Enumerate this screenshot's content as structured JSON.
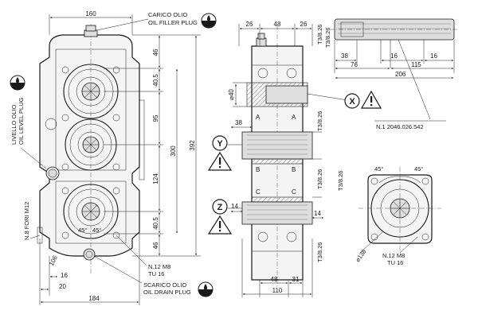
{
  "front_view": {
    "dims": {
      "width_top": "160",
      "width_bottom": "184",
      "h_46_top": "46",
      "h_40_5_top": "40.5",
      "h_95": "95",
      "h_300": "300",
      "h_392": "392",
      "h_124": "124",
      "h_40_5_bottom": "40.5",
      "h_46_bottom": "46",
      "h_106": "106",
      "h_16": "16",
      "h_20": "20",
      "angle_a": "45°",
      "angle_b": "45°"
    },
    "labels": {
      "filler_it": "CARICO OLIO",
      "filler_en": "OIL FILLER PLUG",
      "level_it": "LIVELLO OLIO",
      "level_en": "OIL LEVEL PLUG",
      "holes_l1": "N.8 FORI M12",
      "holes_l2": "N.12 M8",
      "holes_l3": "TU 16",
      "drain_it": "SCARICO OLIO",
      "drain_en": "OIL DRAIN PLUG"
    }
  },
  "side_view": {
    "dims": {
      "d_26_a": "26",
      "d_48_top": "48",
      "d_26_b": "26",
      "d_40": "⌀40",
      "d_38": "38",
      "d_14_left": "14",
      "d_14_right": "14",
      "d_48_bottom": "48",
      "d_31": "31",
      "d_110": "110",
      "spline_1": "T3/8.26",
      "spline_2": "T3/8.26",
      "spline_3": "T3/8.26",
      "spline_4": "T3/8.26",
      "spline_5": "T3/8.26"
    },
    "letters": {
      "a1": "A",
      "a2": "A",
      "b1": "B",
      "b2": "B",
      "c1": "C",
      "c2": "C",
      "x": "X",
      "y": "Y",
      "z": "Z"
    }
  },
  "shaft_view": {
    "dims": {
      "spline_top": "T3/8.26",
      "d_38": "38",
      "d_16_a": "16",
      "d_16_b": "16",
      "d_76": "76",
      "d_115": "115",
      "d_206": "206"
    },
    "part_number": "N.1 2046.026.542"
  },
  "flange_view": {
    "dims": {
      "angle_l": "45°",
      "angle_r": "45°",
      "diameter": "⌀138",
      "holes": "N.12 M8",
      "thread": "TU 16"
    }
  },
  "icons": {
    "warning": "warning-triangle-icon",
    "oil": "oil-drop-icon"
  }
}
